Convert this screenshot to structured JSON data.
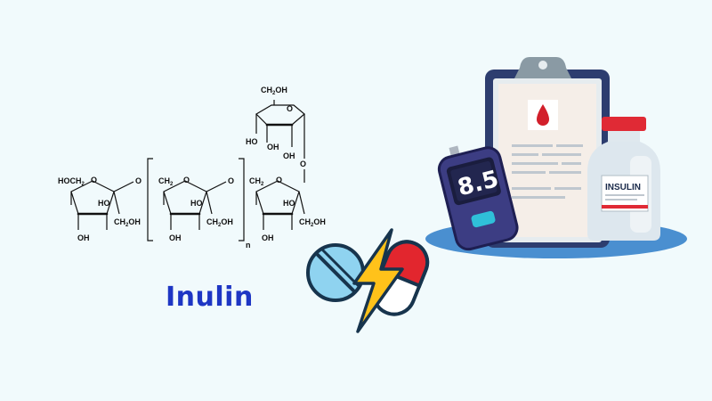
{
  "title": "Inulin",
  "formula": {
    "hoch2": "HOCH",
    "ch2": "CH",
    "ch2oh": "CH",
    "oh": "OH",
    "ho": "HO",
    "ho2": "HO",
    "o": "O",
    "sub2": "2",
    "n": "n"
  },
  "meter_reading": "8.5",
  "bottle_label": "INSULIN",
  "colors": {
    "accent_blue": "#1e36c4",
    "background": "#f1fafc",
    "blood_red": "#d21f2b",
    "bolt_yellow": "#ffc21a"
  }
}
